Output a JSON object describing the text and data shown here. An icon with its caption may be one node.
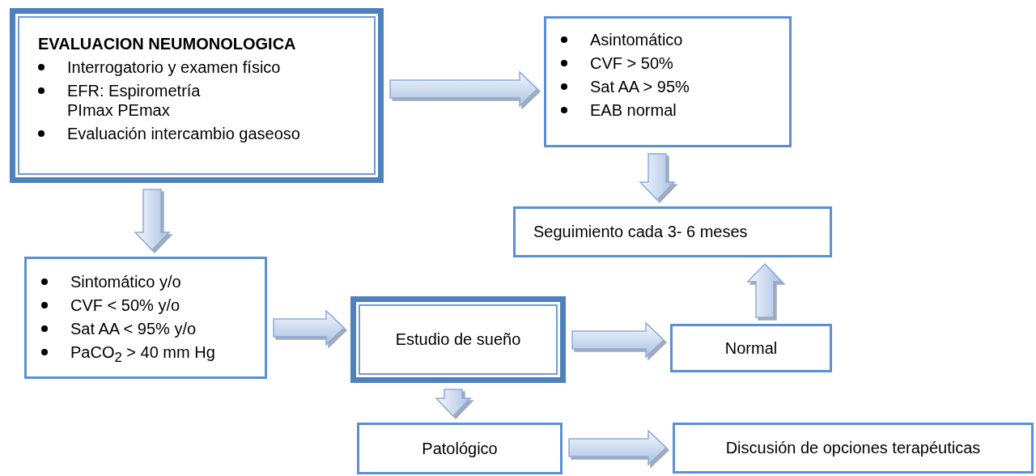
{
  "diagram": {
    "nodes": [
      {
        "text": [
          "EVALUACION NEUMONOLOGICA",
          "Interrogatorio y examen físico",
          "EFR: Espirometría PImax PEmax",
          "Evaluación intercambio gaseoso"
        ]
      },
      {
        "text": [
          "Asintomático",
          "CVF > 50%",
          "Sat AA > 95%",
          "EAB normal"
        ]
      },
      {
        "text": [
          "Seguimiento cada 3- 6 meses"
        ]
      },
      {
        "text": [
          "Sintomático y/o",
          "CVF < 50%  y/o",
          "Sat AA < 95% y/o",
          "PaCO$_{2}$ > 40 mm Hg"
        ]
      },
      {
        "text": [
          "Estudio de sueño"
        ]
      },
      {
        "text": [
          "Normal"
        ]
      },
      {
        "text": [
          "Patológico"
        ]
      },
      {
        "text": [
          "Discusión de opciones terapéuticas"
        ]
      }
    ],
    "edges": [
      {
        "from": 0,
        "to": 1,
        "arrow": "to"
      },
      {
        "from": 1,
        "to": 2,
        "arrow": "to"
      },
      {
        "from": 0,
        "to": 3,
        "arrow": "to"
      },
      {
        "from": 3,
        "to": 4,
        "arrow": "to"
      },
      {
        "from": 4,
        "to": 5,
        "arrow": "to"
      },
      {
        "from": 5,
        "to": 2,
        "arrow": "to"
      },
      {
        "from": 4,
        "to": 6,
        "arrow": "to"
      },
      {
        "from": 6,
        "to": 7,
        "arrow": "to"
      }
    ]
  }
}
